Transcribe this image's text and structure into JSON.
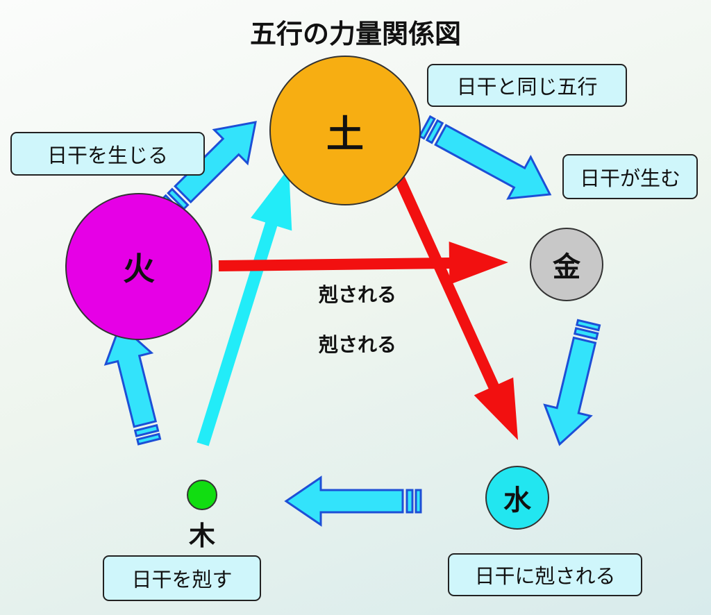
{
  "title": "五行の力量関係図",
  "elements": {
    "earth": "土",
    "fire": "火",
    "metal": "金",
    "water": "水",
    "wood": "木"
  },
  "labels": {
    "generates_me": "日干を生じる",
    "same": "日干と同じ五行",
    "i_generate": "日干が生む",
    "controls_me": "日干を剋す",
    "i_control": "日干に剋される"
  },
  "relations": {
    "controlled_1": "剋される",
    "controlled_2": "剋される"
  },
  "colors": {
    "earth": "#f7ae12",
    "fire": "#e600e6",
    "metal": "#c8c8c8",
    "water": "#22e6f0",
    "wood": "#11dd11",
    "block_arrow": "#33e3fb",
    "red_arrow": "#f21010"
  }
}
